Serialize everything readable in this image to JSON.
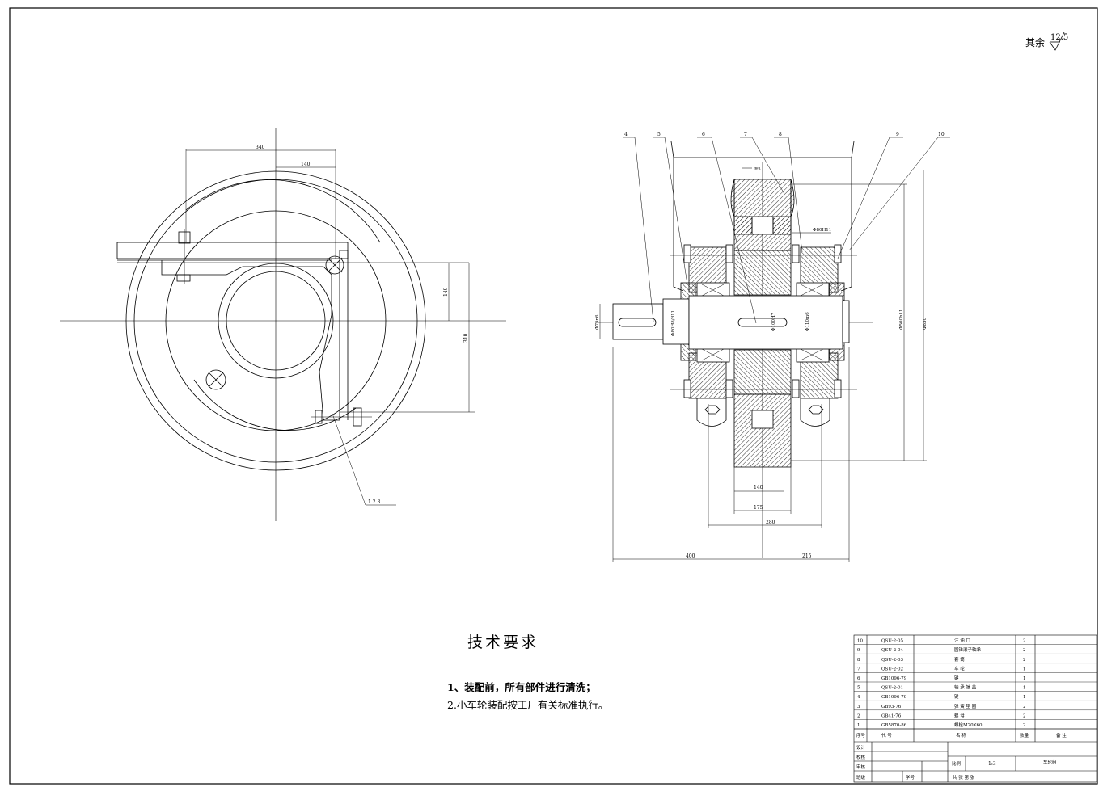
{
  "roughness": {
    "label": "其余",
    "value": "12.5"
  },
  "tech_requirements": {
    "title": "技术要求",
    "lines": [
      "1、装配前，所有部件进行清洗；",
      "2.小车轮装配按工厂有关标准执行。"
    ]
  },
  "left_view": {
    "dims": {
      "d340": "340",
      "d140": "140",
      "d140v": "140",
      "d310": "310"
    },
    "leader_label": "1 2 3"
  },
  "section_view": {
    "balloons": {
      "b4": "4",
      "b5": "5",
      "b6": "6",
      "b7": "7",
      "b8": "8",
      "b9": "9",
      "b10": "10"
    },
    "dims": {
      "d140": "140",
      "d175": "175",
      "d280": "280",
      "d400": "400",
      "d215": "215",
      "d850": "Φ850",
      "d500": "Φ500h11",
      "d75": "Φ75n6",
      "d80": "Φ80H8/d11",
      "d100": "Φ100H7",
      "d110": "Φ110m6",
      "d80b": "Φ80H11",
      "r95": "R5"
    }
  },
  "bom": {
    "rows": [
      {
        "no": "10",
        "code": "QSU-2-05",
        "name": "注 油 口",
        "qty": "2"
      },
      {
        "no": "9",
        "code": "QSU-2-04",
        "name": "圆锥滚子轴承",
        "qty": "2"
      },
      {
        "no": "8",
        "code": "QSU-2-03",
        "name": "套 筒",
        "qty": "2"
      },
      {
        "no": "7",
        "code": "QSU-2-02",
        "name": "车 轮",
        "qty": "1"
      },
      {
        "no": "6",
        "code": "GB1096-79",
        "name": "键",
        "qty": "1"
      },
      {
        "no": "5",
        "code": "QSU-2-01",
        "name": "轴 承 端 盖",
        "qty": "1"
      },
      {
        "no": "4",
        "code": "GB1096-79",
        "name": "键",
        "qty": "1"
      },
      {
        "no": "3",
        "code": "GB93-76",
        "name": "弹 簧 垫 圈",
        "qty": "2"
      },
      {
        "no": "2",
        "code": "GB41-76",
        "name": "螺 母",
        "qty": "2"
      },
      {
        "no": "1",
        "code": "GB5870-86",
        "name": "螺栓M20X60",
        "qty": "2"
      }
    ],
    "header": {
      "no": "序号",
      "code": "代 号",
      "name": "名 称",
      "qty": "数量",
      "note": "备 注"
    },
    "title_block": {
      "design": "设计",
      "check": "校核",
      "review": "审核",
      "class": "班级",
      "student_no": "学号",
      "scale_label": "比例",
      "scale": "1:3",
      "sheets": "共  张  第  张",
      "drawing_name": "车轮组"
    }
  }
}
